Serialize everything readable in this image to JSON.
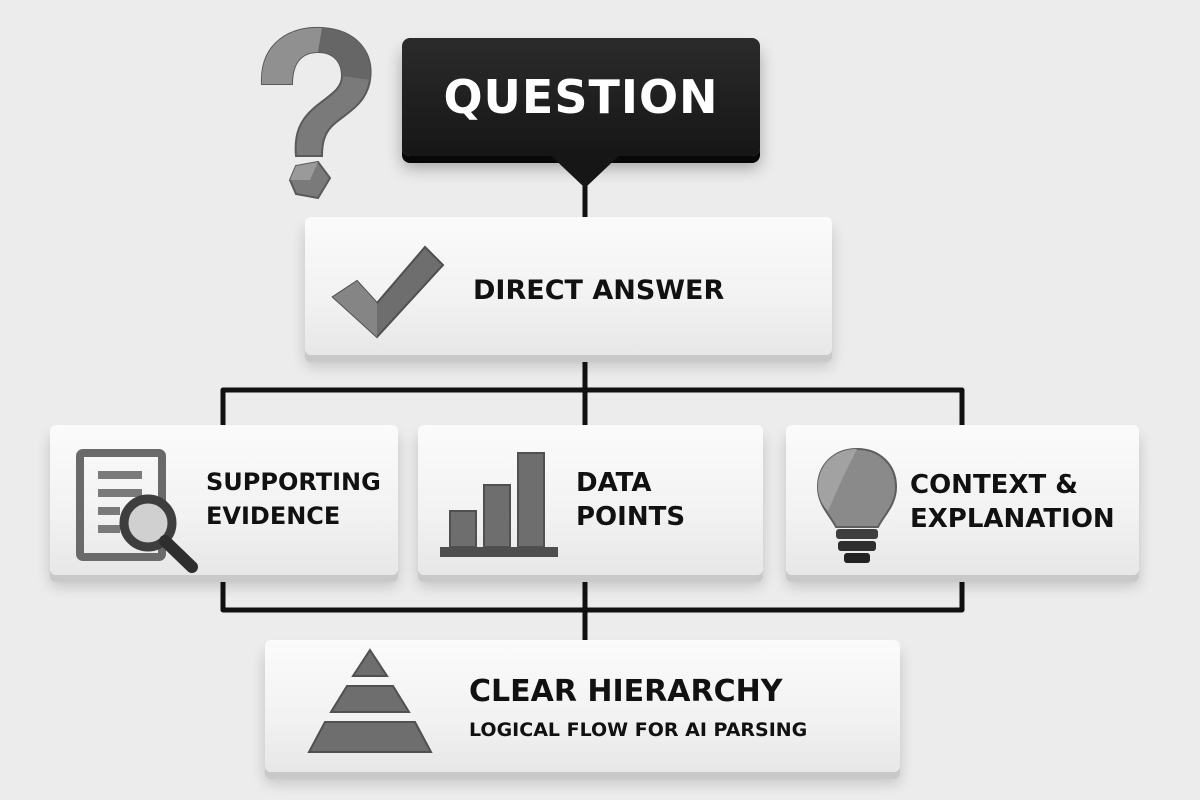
{
  "question": {
    "label": "QUESTION"
  },
  "direct_answer": {
    "label": "DIRECT ANSWER"
  },
  "supporting_evidence": {
    "line1": "SUPPORTING",
    "line2": "EVIDENCE"
  },
  "data_points": {
    "line1": "DATA",
    "line2": "POINTS"
  },
  "context": {
    "line1": "CONTEXT &",
    "line2": "EXPLANATION"
  },
  "hierarchy": {
    "title": "CLEAR HIERARCHY",
    "subtitle": "LOGICAL FLOW FOR AI PARSING"
  },
  "icons": {
    "question": "question-mark-icon",
    "answer": "checkmark-icon",
    "evidence": "document-magnifier-icon",
    "data": "bar-chart-icon",
    "context": "lightbulb-icon",
    "hierarchy": "pyramid-icon"
  },
  "colors": {
    "background": "#ececec",
    "bubble": "#1c1c1c",
    "connector": "#111111",
    "icon": "#6e6e6e"
  }
}
